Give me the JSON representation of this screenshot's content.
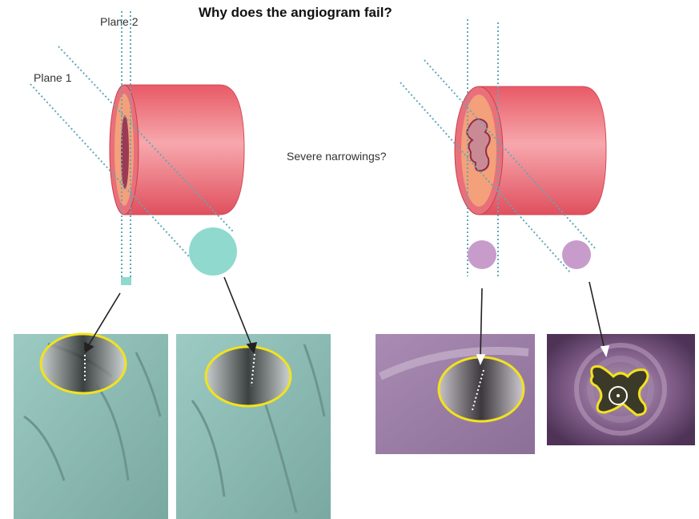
{
  "title": "Why does the angiogram fail?",
  "labels": {
    "plane2": "Plane 2",
    "plane1": "Plane 1",
    "severe": "Severe narrowings?"
  },
  "colors": {
    "vessel": "#e8646e",
    "vessel_light": "#f59aa0",
    "lumen": "#f4a07a",
    "plane_line": "#5fa8b8",
    "teal_dot": "#8fd9cf",
    "purple_dot": "#c79ccb",
    "ellipse": "#f2e21f",
    "teal_panel": "#8dbab2",
    "purple_panel": "#9b7ca5",
    "ivus_panel": "#6c4a73"
  }
}
